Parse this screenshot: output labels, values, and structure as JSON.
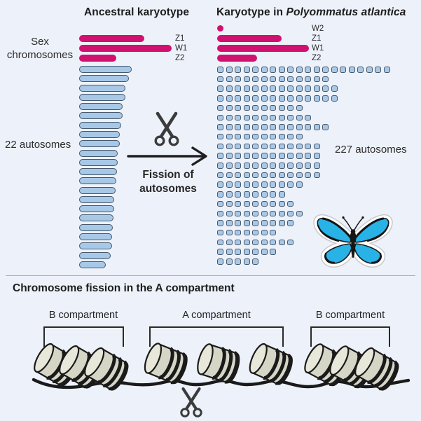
{
  "colors": {
    "background": "#edf1fa",
    "sex_chromosome_pink": "#d1116f",
    "autosome_fill": "#a8c8e8",
    "autosome_stroke": "#46586c",
    "butterfly_blue": "#28b2e6",
    "ink": "#2a2a2a"
  },
  "top_left": {
    "title": "Ancestral karyotype",
    "sex_label_line1": "Sex",
    "sex_label_line2": "chromosomes",
    "autosome_label": "22 autosomes",
    "sex_chromosomes": [
      {
        "label": "Z1",
        "width": 93
      },
      {
        "label": "W1",
        "width": 132
      },
      {
        "label": "Z2",
        "width": 53
      }
    ],
    "autosome_widths": [
      75,
      71,
      66,
      66,
      62,
      62,
      60,
      58,
      58,
      55,
      55,
      54,
      53,
      52,
      50,
      50,
      49,
      48,
      47,
      47,
      45,
      38
    ]
  },
  "middle": {
    "fission_line1": "Fission of",
    "fission_line2": "autosomes"
  },
  "top_right": {
    "title_prefix": "Karyotype in ",
    "title_species": "Polyommatus atlantica",
    "autosome_label": "227 autosomes",
    "sex_chromosomes": [
      {
        "label": "W2",
        "width": 9,
        "dot": true
      },
      {
        "label": "Z1",
        "width": 92
      },
      {
        "label": "W1",
        "width": 131
      },
      {
        "label": "Z2",
        "width": 57
      }
    ],
    "autosome_total": 227,
    "autosome_dot_rows": [
      20,
      13,
      14,
      14,
      10,
      11,
      13,
      10,
      12,
      12,
      12,
      12,
      10,
      8,
      9,
      10,
      9,
      7,
      9,
      7,
      5
    ]
  },
  "bottom": {
    "heading": "Chromosome fission in the A compartment",
    "labels": [
      "B compartment",
      "A compartment",
      "B compartment"
    ]
  }
}
